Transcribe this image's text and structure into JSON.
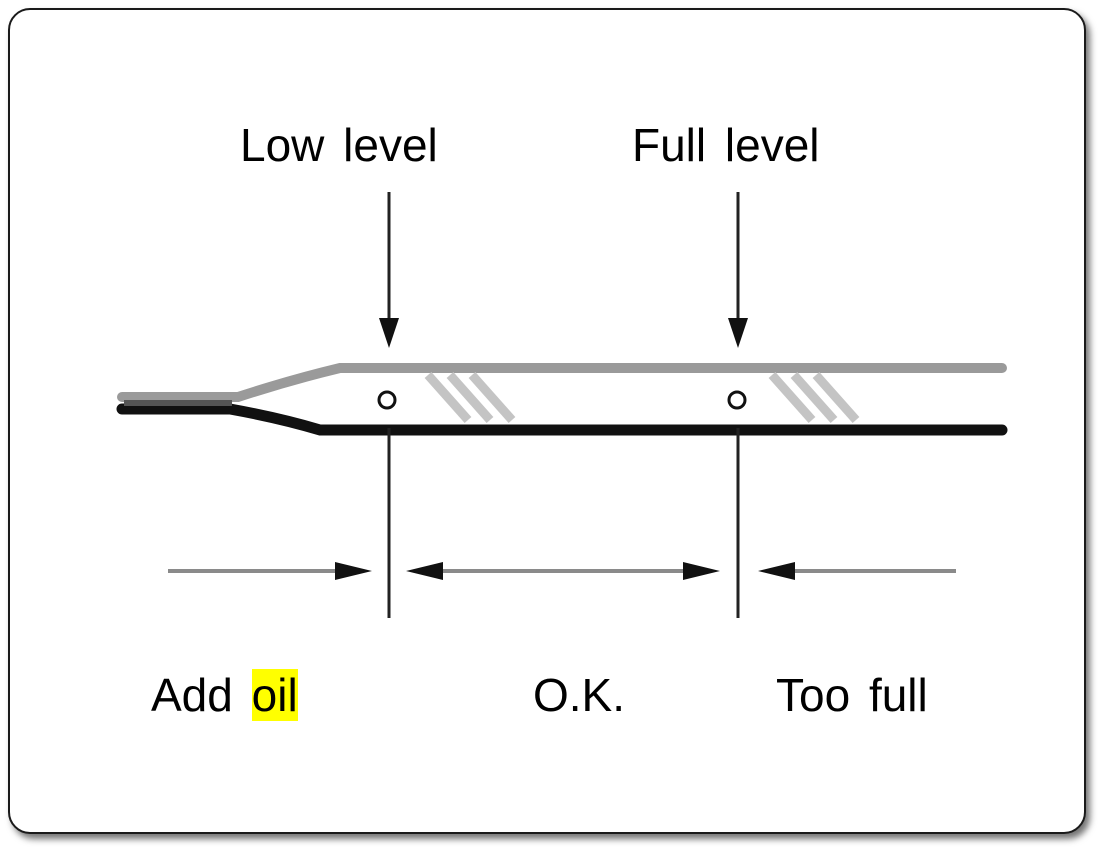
{
  "labels": {
    "low_level": "Low level",
    "full_level": "Full level",
    "add": "Add",
    "oil": "oil",
    "ok": "O.K.",
    "too_full": "Too full"
  },
  "colors": {
    "highlight": "#ffff00",
    "line": "#000000",
    "stick_light": "#9a9a9a",
    "hatch": "#c4c4c4",
    "range_line": "#8a8a8a"
  },
  "icons": {
    "pointer_arrows": "arrow-down-icon",
    "range_arrows": "arrow-head-icon",
    "markers": "hole-marker-icon"
  }
}
